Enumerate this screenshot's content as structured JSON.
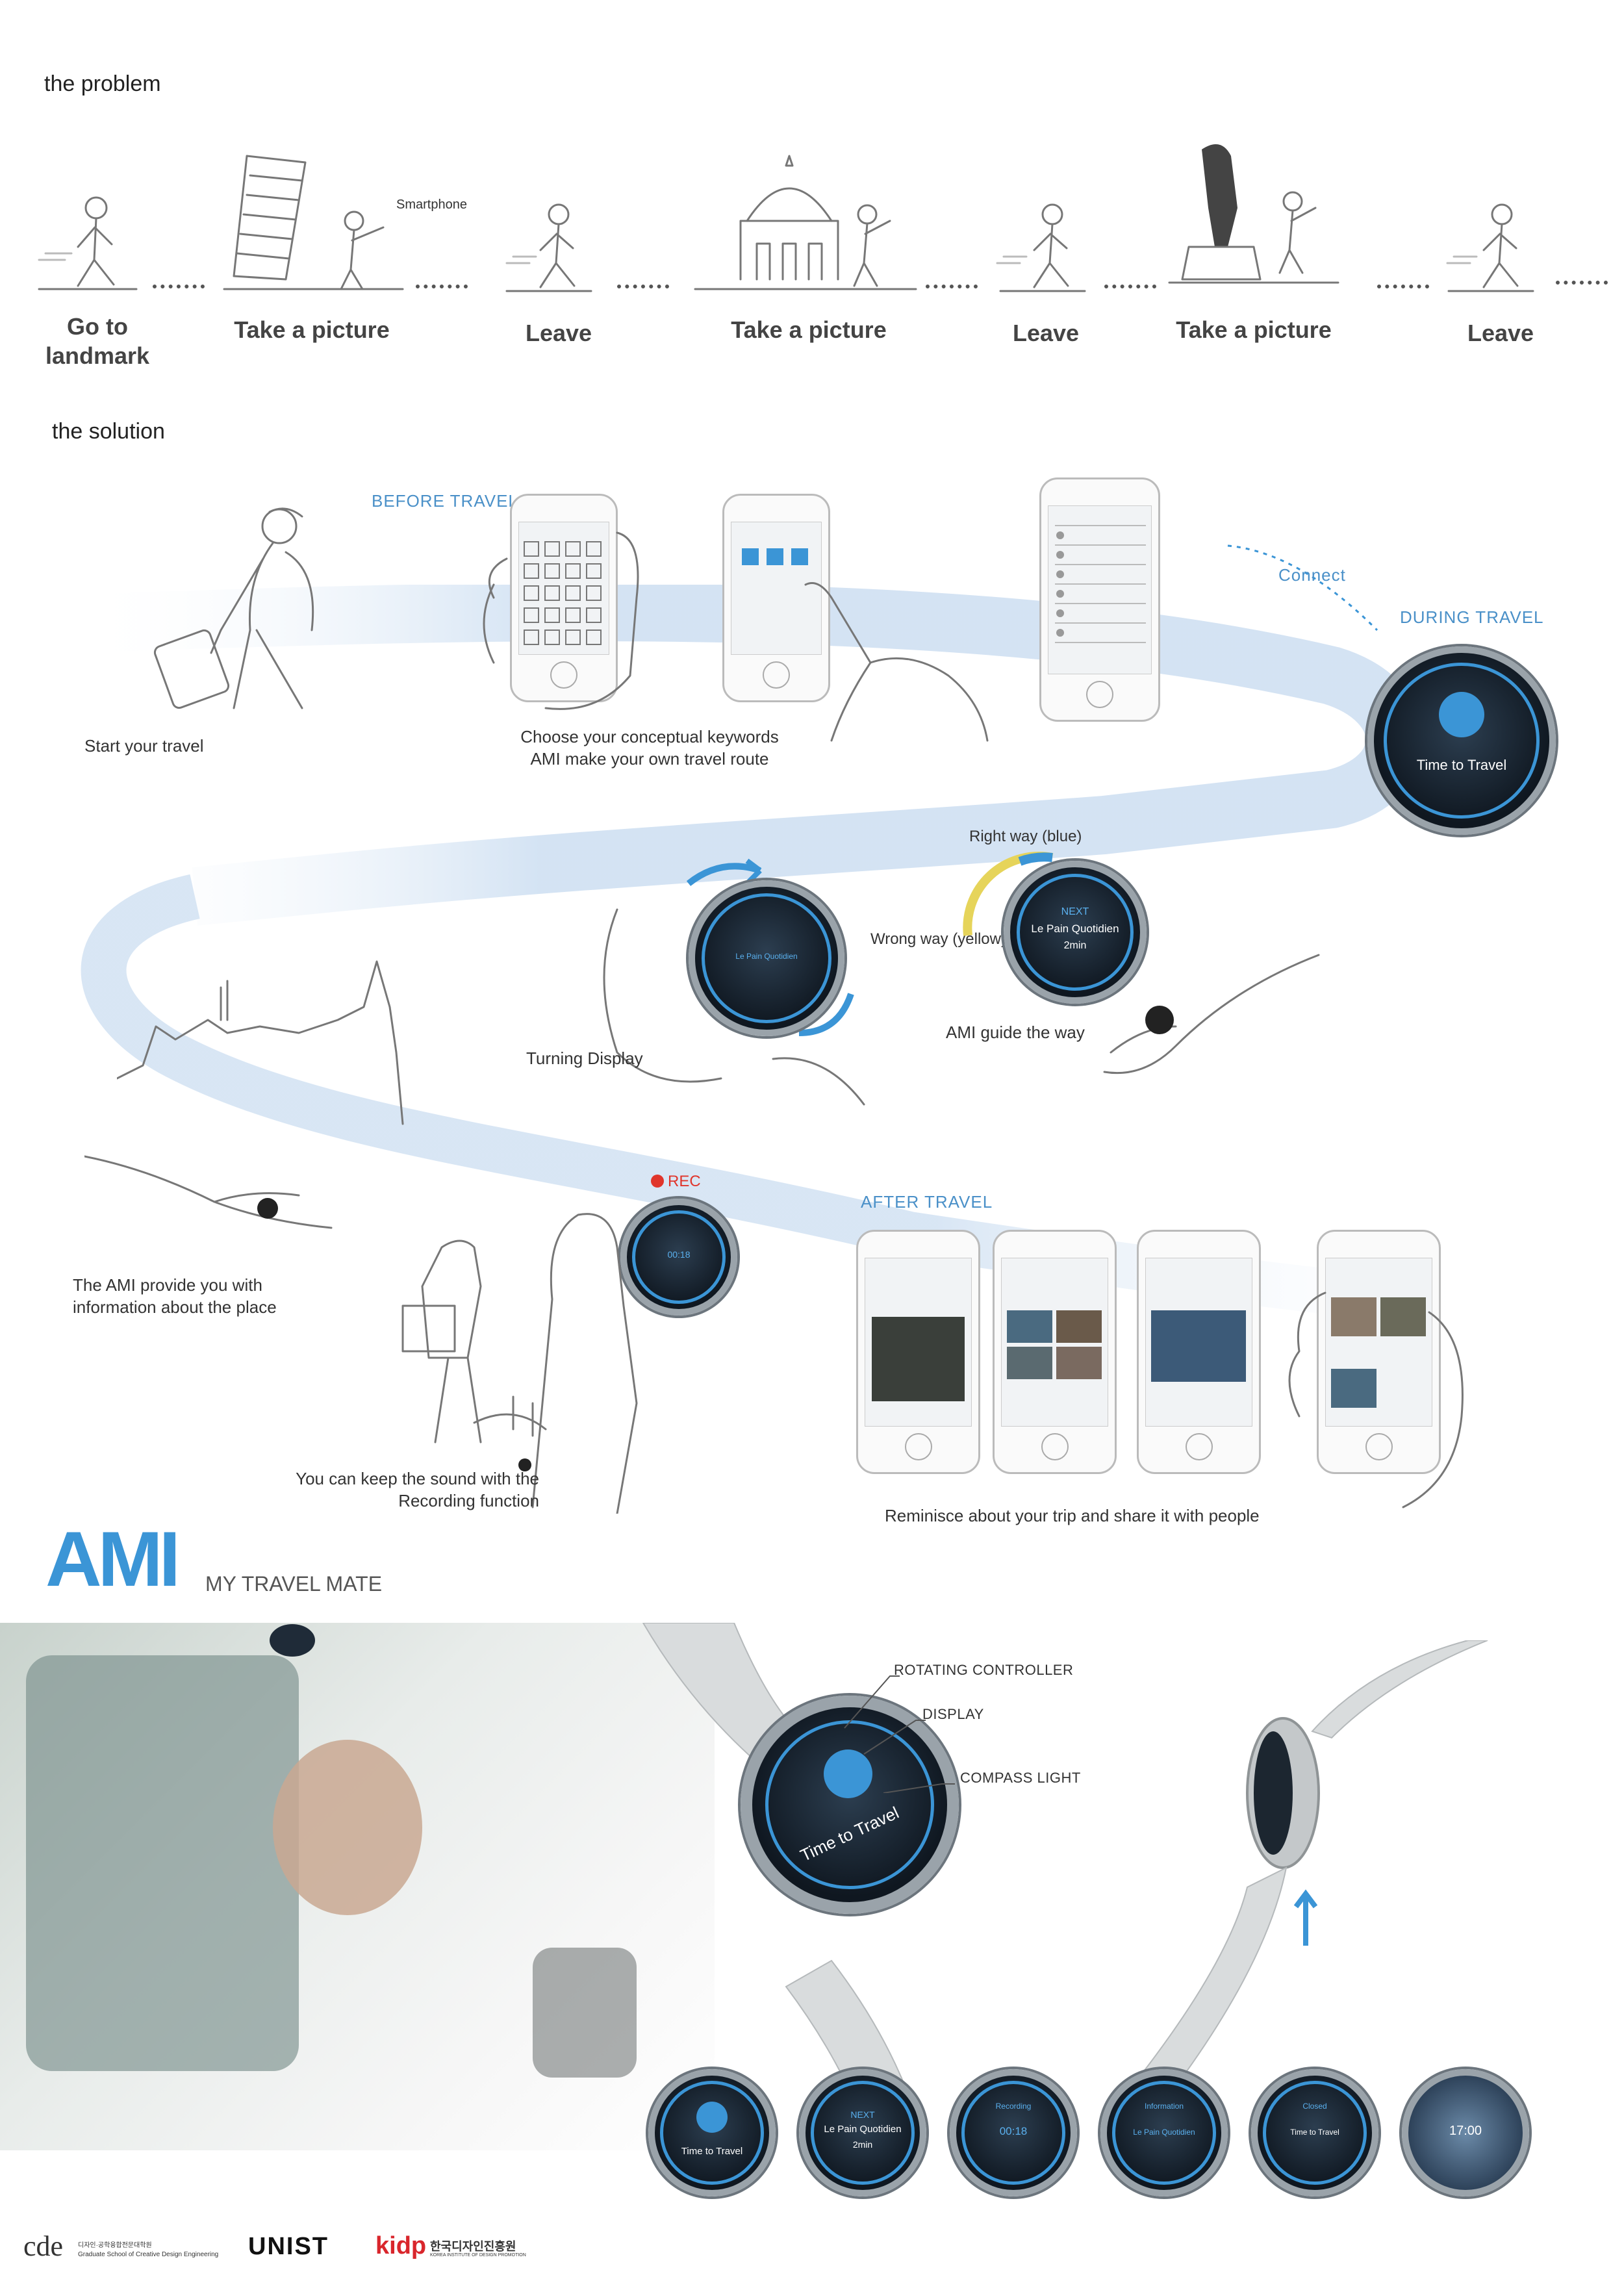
{
  "problem": {
    "title": "the problem",
    "steps": [
      "Go to\nlandmark",
      "Take a picture",
      "Leave",
      "Take a picture",
      "Leave",
      "Take a picture",
      "Leave"
    ],
    "annotation": "Smartphone"
  },
  "solution": {
    "title": "the solution",
    "before_travel": "BEFORE TRAVEL",
    "start_travel": "Start your travel",
    "keywords_caption": "Choose your conceptual keywords\nAMI make your own travel route",
    "connect": "Connect",
    "during_travel": "DURING TRAVEL",
    "watch_time_to_travel": "Time to Travel",
    "right_way": "Right way (blue)",
    "wrong_way": "Wrong way (yellow)",
    "watch_next": "NEXT",
    "watch_place": "Le Pain Quotidien",
    "watch_eta": "2min",
    "turning_display": "Turning Display",
    "guide_way": "AMI guide the way",
    "rec": "REC",
    "rec_time": "00:18",
    "after_travel": "AFTER TRAVEL",
    "info_place": "The AMI provide you with\ninformation about the place",
    "keep_sound": "You can keep the sound with the\nRecording function",
    "reminisce": "Reminisce about your trip and share it with people"
  },
  "brand": {
    "logo": "AMI",
    "tagline": "MY TRAVEL MATE"
  },
  "product": {
    "rotating_controller": "ROTATING CONTROLLER",
    "display": "DISPLAY",
    "compass_light": "COMPASS LIGHT",
    "watch_label": "Time to Travel"
  },
  "screens": [
    {
      "top": "",
      "main": "Time to Travel",
      "sub": ""
    },
    {
      "top": "NEXT",
      "main": "Le Pain Quotidien",
      "sub": "2min"
    },
    {
      "top": "Recording",
      "main": "00:18",
      "sub": ""
    },
    {
      "top": "Information",
      "main": "Le Pain Quotidien",
      "sub": ""
    },
    {
      "top": "Closed",
      "main": "Time to Travel",
      "sub": ""
    },
    {
      "top": "",
      "main": "17:00",
      "sub": ""
    }
  ],
  "footer": {
    "cde": "cde",
    "cde_kr": "디자인·공학융합전문대학원",
    "cde_en": "Graduate School of Creative Design Engineering",
    "unist": "UNIST",
    "kidp": "kidp",
    "kidp_kr": "한국디자인진흥원",
    "kidp_en": "KOREA INSTITUTE OF DESIGN PROMOTION"
  },
  "colors": {
    "accent": "#3b95d6",
    "wave": "#cfe0f2",
    "yellow": "#e6d45a"
  }
}
